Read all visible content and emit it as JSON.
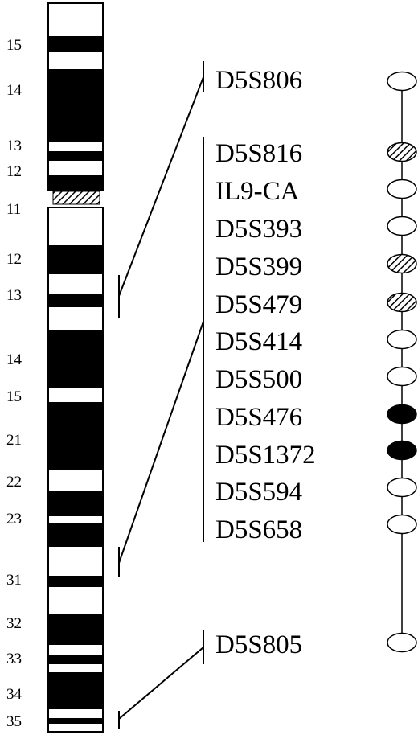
{
  "chromosome": {
    "band_labels": [
      "15",
      "14",
      "13",
      "12",
      "11",
      "12",
      "13",
      "14",
      "15",
      "21",
      "22",
      "23",
      "31",
      "32",
      "33",
      "34",
      "35"
    ]
  },
  "markers": [
    {
      "name": "D5S806",
      "status": "open"
    },
    {
      "name": "D5S816",
      "status": "hatched"
    },
    {
      "name": "IL9-CA",
      "status": "open"
    },
    {
      "name": "D5S393",
      "status": "open"
    },
    {
      "name": "D5S399",
      "status": "hatched"
    },
    {
      "name": "D5S479",
      "status": "hatched"
    },
    {
      "name": "D5S414",
      "status": "open"
    },
    {
      "name": "D5S500",
      "status": "open"
    },
    {
      "name": "D5S476",
      "status": "filled"
    },
    {
      "name": "D5S1372",
      "status": "filled"
    },
    {
      "name": "D5S594",
      "status": "open"
    },
    {
      "name": "D5S658",
      "status": "open"
    },
    {
      "name": "D5S805",
      "status": "open"
    }
  ],
  "colors": {
    "ink": "#000000",
    "paper": "#ffffff"
  }
}
